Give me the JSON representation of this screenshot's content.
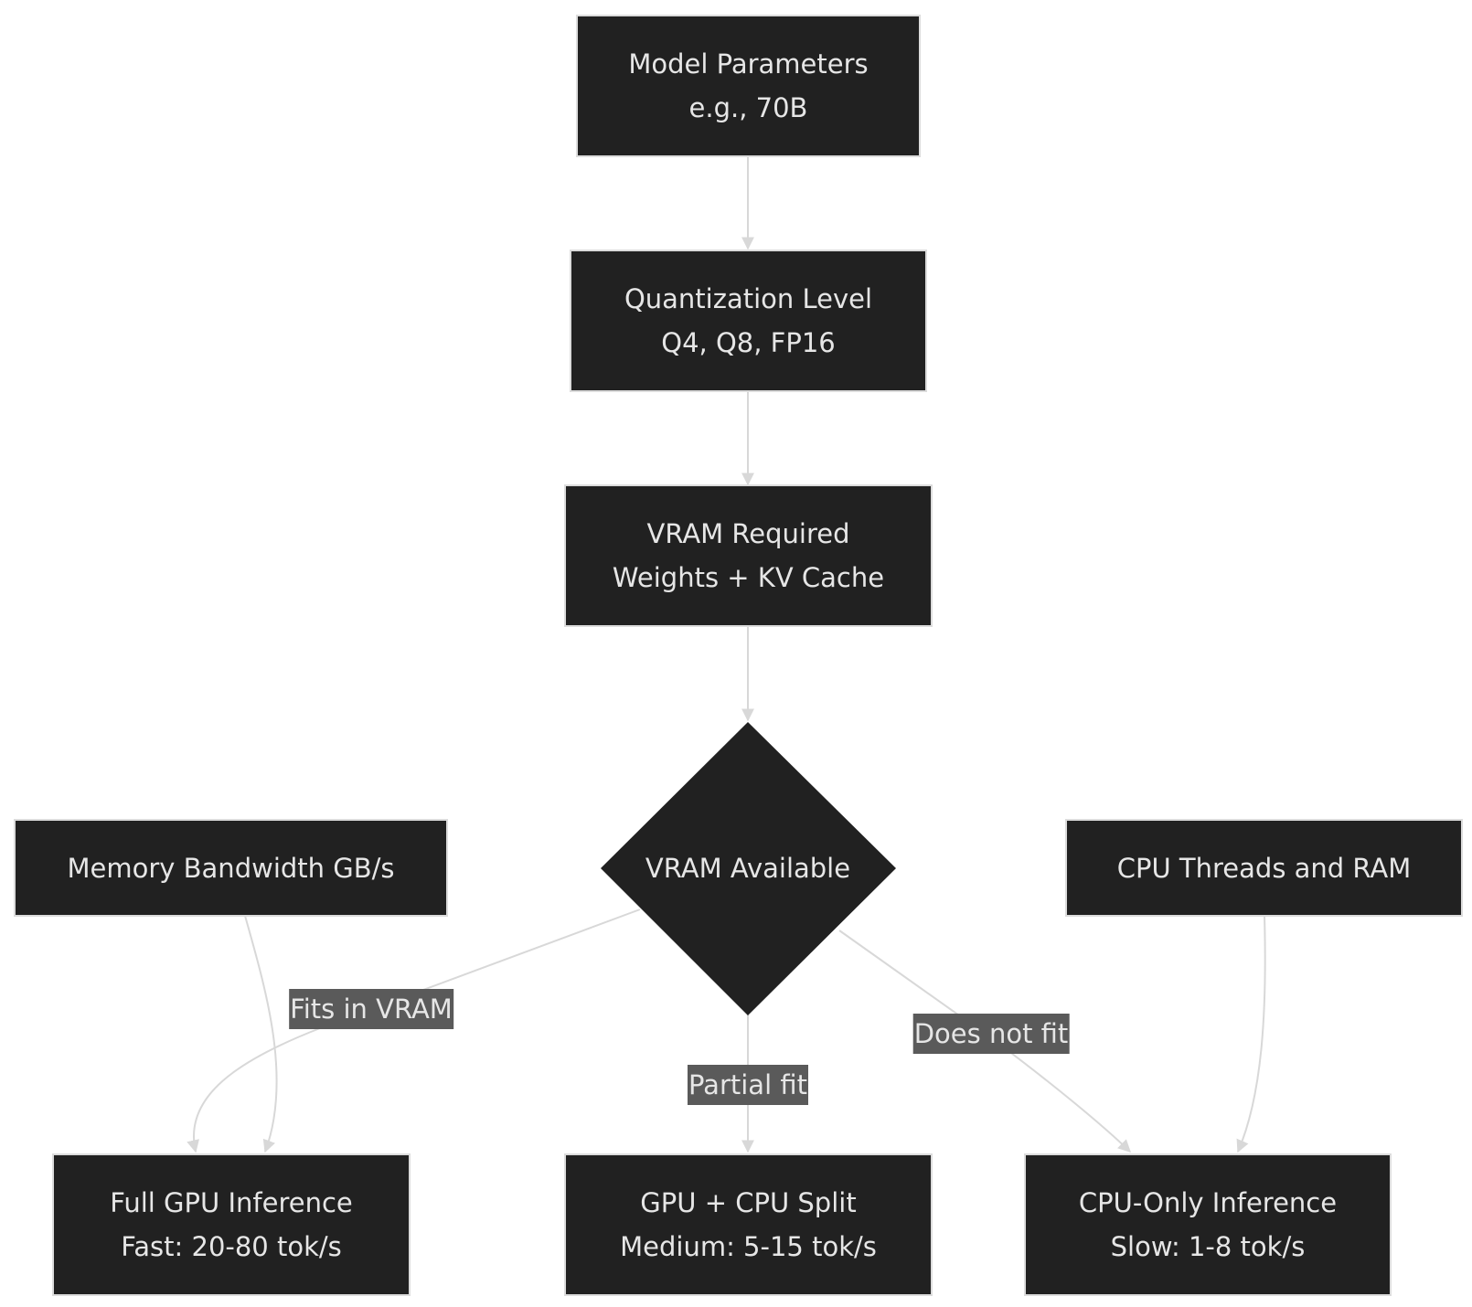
{
  "nodes": {
    "model_params": {
      "line1": "Model Parameters",
      "line2": "e.g., 70B"
    },
    "quantization": {
      "line1": "Quantization Level",
      "line2": "Q4, Q8, FP16"
    },
    "vram_required": {
      "line1": "VRAM Required",
      "line2": "Weights + KV Cache"
    },
    "vram_available": {
      "label": "VRAM Available"
    },
    "memory_bandwidth": {
      "label": "Memory Bandwidth GB/s"
    },
    "cpu_threads": {
      "label": "CPU Threads and RAM"
    },
    "full_gpu": {
      "line1": "Full GPU Inference",
      "line2": "Fast: 20-80 tok/s"
    },
    "gpu_cpu_split": {
      "line1": "GPU + CPU Split",
      "line2": "Medium: 5-15 tok/s"
    },
    "cpu_only": {
      "line1": "CPU-Only Inference",
      "line2": "Slow: 1-8 tok/s"
    }
  },
  "edge_labels": {
    "fits": "Fits in VRAM",
    "partial": "Partial fit",
    "does_not_fit": "Does not fit"
  },
  "colors": {
    "node_fill": "#212121",
    "node_border": "#dcdcdc",
    "node_text": "#e6e6e6",
    "edge": "#d8d8d8",
    "edge_label_bg": "#5a5a5a"
  }
}
